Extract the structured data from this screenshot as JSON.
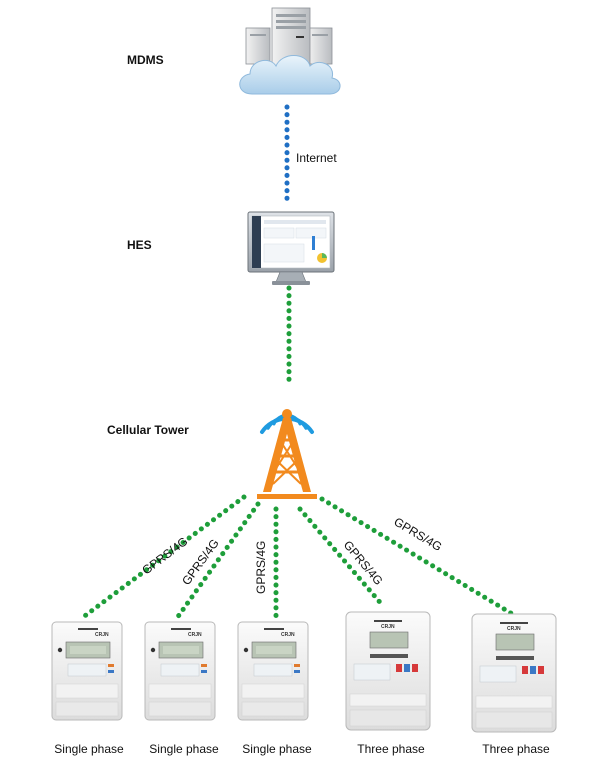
{
  "nodes": {
    "mdms": "MDMS",
    "hes": "HES",
    "tower": "Cellular Tower"
  },
  "links": {
    "internet": "Internet",
    "gprs": [
      "GPRS/4G",
      "GPRS/4G",
      "GPRS/4G",
      "GPRS/4G",
      "GPRS/4G"
    ]
  },
  "meters": [
    {
      "label": "Single phase",
      "brand": "CRJN"
    },
    {
      "label": "Single phase",
      "brand": "CRJN"
    },
    {
      "label": "Single phase",
      "brand": "CRJN"
    },
    {
      "label": "Three phase",
      "brand": "CRJN"
    },
    {
      "label": "Three phase",
      "brand": "CRJN"
    }
  ],
  "colors": {
    "internet_link": "#1f6fc4",
    "cellular_link": "#1e9e3a",
    "tower": "#f28a1e",
    "signal": "#1f9be0",
    "cloud": "#bcd9ef"
  }
}
